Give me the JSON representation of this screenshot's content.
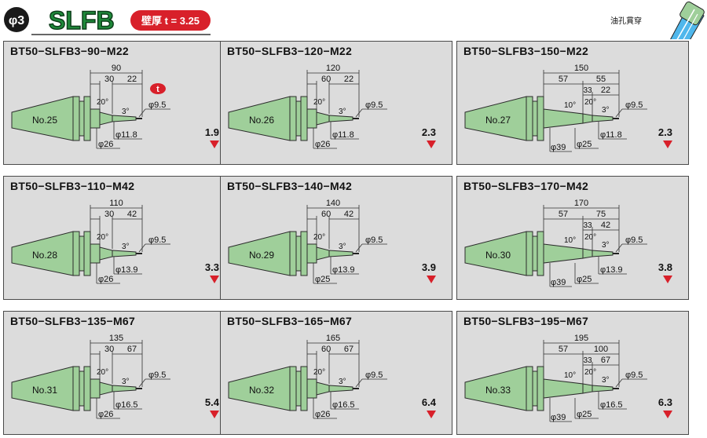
{
  "header": {
    "phi_badge": "φ3",
    "series": "SLFB",
    "wall_label": "壁厚 t = 3.25",
    "hole_label": "油孔貫穿"
  },
  "panels": [
    {
      "title": "BT50−SLFB3−90−M22",
      "number": "No.25",
      "total": "90",
      "segments": [
        "30",
        "22"
      ],
      "taper_angles": [
        "20°",
        "3°"
      ],
      "diameters": {
        "tip": "φ9.5",
        "mid": "φ11.8",
        "base": "φ26"
      },
      "weight": "1.9",
      "t_badge": "t"
    },
    {
      "title": "BT50−SLFB3−120−M22",
      "number": "No.26",
      "total": "120",
      "segments": [
        "60",
        "22"
      ],
      "taper_angles": [
        "20°",
        "3°"
      ],
      "diameters": {
        "tip": "φ9.5",
        "mid": "φ11.8",
        "base": "φ26"
      },
      "weight": "2.3"
    },
    {
      "title": "BT50−SLFB3−150−M22",
      "number": "No.27",
      "total": "150",
      "segments": [
        "57",
        "55",
        "33",
        "22"
      ],
      "taper_angles": [
        "10°",
        "20°",
        "3°"
      ],
      "diameters": {
        "tip": "φ9.5",
        "mid": "φ11.8",
        "base": "φ25",
        "outer": "φ39"
      },
      "weight": "2.3"
    },
    {
      "title": "BT50−SLFB3−110−M42",
      "number": "No.28",
      "total": "110",
      "segments": [
        "30",
        "42"
      ],
      "taper_angles": [
        "20°",
        "3°"
      ],
      "diameters": {
        "tip": "φ9.5",
        "mid": "φ13.9",
        "base": "φ26"
      },
      "weight": "3.3"
    },
    {
      "title": "BT50−SLFB3−140−M42",
      "number": "No.29",
      "total": "140",
      "segments": [
        "60",
        "42"
      ],
      "taper_angles": [
        "20°",
        "3°"
      ],
      "diameters": {
        "tip": "φ9.5",
        "mid": "φ13.9",
        "base": "φ25"
      },
      "weight": "3.9"
    },
    {
      "title": "BT50−SLFB3−170−M42",
      "number": "No.30",
      "total": "170",
      "segments": [
        "57",
        "75",
        "33",
        "42"
      ],
      "taper_angles": [
        "10°",
        "20°",
        "3°"
      ],
      "diameters": {
        "tip": "φ9.5",
        "mid": "φ13.9",
        "base": "φ25",
        "outer": "φ39"
      },
      "weight": "3.8"
    },
    {
      "title": "BT50−SLFB3−135−M67",
      "number": "No.31",
      "total": "135",
      "segments": [
        "30",
        "67"
      ],
      "taper_angles": [
        "20°",
        "3°"
      ],
      "diameters": {
        "tip": "φ9.5",
        "mid": "φ16.5",
        "base": "φ26"
      },
      "weight": "5.4"
    },
    {
      "title": "BT50−SLFB3−165−M67",
      "number": "No.32",
      "total": "165",
      "segments": [
        "60",
        "67"
      ],
      "taper_angles": [
        "20°",
        "3°"
      ],
      "diameters": {
        "tip": "φ9.5",
        "mid": "φ16.5",
        "base": "φ26"
      },
      "weight": "6.4"
    },
    {
      "title": "BT50−SLFB3−195−M67",
      "number": "No.33",
      "total": "195",
      "segments": [
        "57",
        "100",
        "33",
        "67"
      ],
      "taper_angles": [
        "10°",
        "20°",
        "3°"
      ],
      "diameters": {
        "tip": "φ9.5",
        "mid": "φ16.5",
        "base": "φ25",
        "outer": "φ39"
      },
      "weight": "6.3"
    }
  ],
  "colors": {
    "holder_fill": "#9fcf9a",
    "holder_stroke": "#2b2b2b",
    "panel_bg": "#dcdcdc",
    "accent_red": "#d8202a",
    "series_green": "#1f8a3a",
    "dim_line": "#333333"
  }
}
